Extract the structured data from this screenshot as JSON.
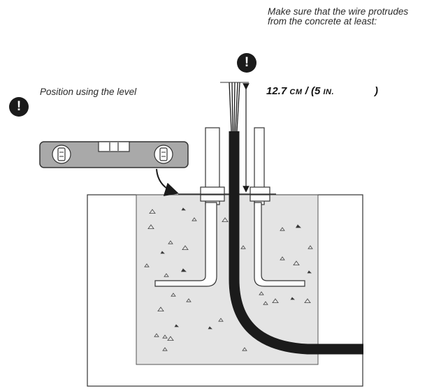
{
  "notes": {
    "wire_protrusion": [
      "Make sure that the wire protrudes",
      "from the concrete at least:"
    ],
    "level": "Position using the level"
  },
  "measurement": {
    "value": "12.7",
    "unit_metric": "CM",
    "separator": " / (",
    "value_imperial": "5",
    "unit_imperial": "IN.",
    "close": ")"
  },
  "icons": {
    "warning_glyph": "!",
    "names": [
      "warning-icon",
      "spirit-level-icon",
      "arrow-icon"
    ]
  },
  "colors": {
    "ink": "#1b1b1b",
    "concrete": "#e4e4e4",
    "level_body": "#a9a9a9",
    "outline": "#333333"
  }
}
